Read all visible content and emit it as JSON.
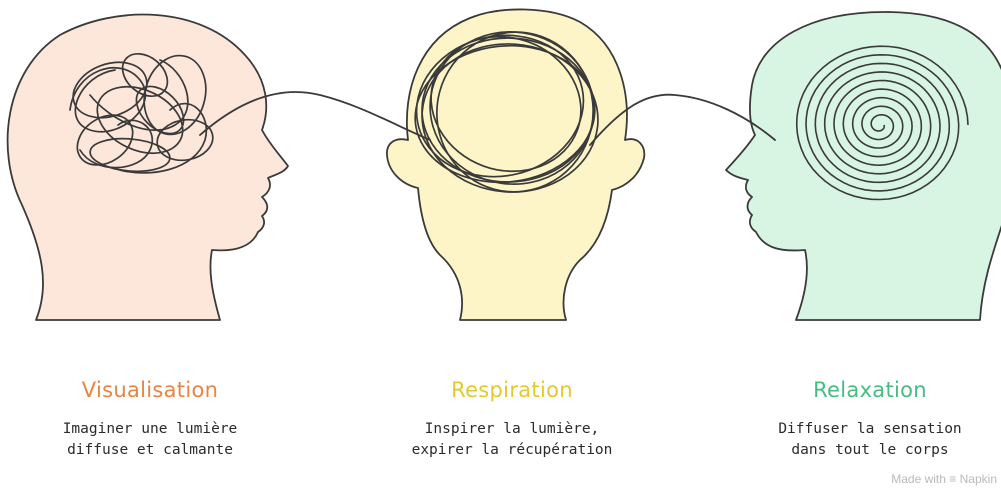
{
  "colors": {
    "head_1": "#fde6da",
    "head_2": "#fdf5c7",
    "head_3": "#d8f4e3",
    "title_1": "#e88542",
    "title_2": "#e5c72e",
    "title_3": "#45bd80",
    "stroke": "#3a3a3a"
  },
  "stages": [
    {
      "title": "Visualisation",
      "desc_line1": "Imaginer une lumière",
      "desc_line2": "diffuse et calmante",
      "icon": "tangled-scribble-icon"
    },
    {
      "title": "Respiration",
      "desc_line1": "Inspirer la lumière,",
      "desc_line2": "expirer la récupération",
      "icon": "circle-scribble-icon"
    },
    {
      "title": "Relaxation",
      "desc_line1": "Diffuser la sensation",
      "desc_line2": "dans tout le corps",
      "icon": "spiral-icon"
    }
  ],
  "watermark": {
    "prefix": "Made with",
    "brand": "Napkin",
    "icon": "napkin-logo-icon"
  }
}
